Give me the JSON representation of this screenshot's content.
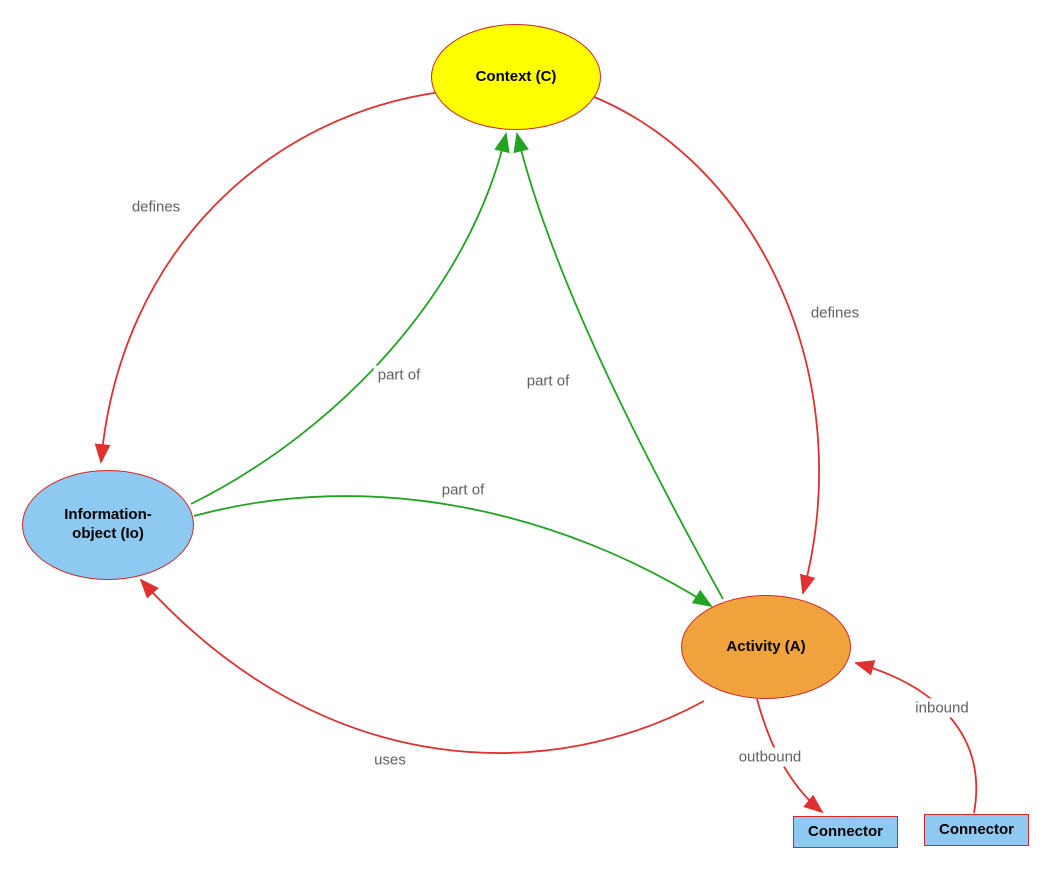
{
  "diagram": {
    "nodes": {
      "context": {
        "label": "Context (C)"
      },
      "information_object": {
        "line1": "Information-",
        "line2": "object (Io)"
      },
      "activity": {
        "label": "Activity (A)"
      },
      "connector_outbound": {
        "label": "Connector"
      },
      "connector_inbound": {
        "label": "Connector"
      }
    },
    "edges": {
      "defines_context_io": {
        "label": "defines"
      },
      "defines_context_activity": {
        "label": "defines"
      },
      "part_of_io_context": {
        "label": "part of"
      },
      "part_of_activity_context": {
        "label": "part of"
      },
      "part_of_io_activity": {
        "label": "part of"
      },
      "uses_activity_io": {
        "label": "uses"
      },
      "outbound_activity_connector": {
        "label": "outbound"
      },
      "inbound_connector_activity": {
        "label": "inbound"
      }
    },
    "colors": {
      "context_fill": "#ffff00",
      "information_object_fill": "#8dc9f1",
      "activity_fill": "#f0a23c",
      "connector_fill": "#8dc9f1",
      "node_border": "#cc2929",
      "red_edge": "#e03030",
      "green_edge": "#22a422",
      "edge_label_text": "#606060"
    }
  }
}
